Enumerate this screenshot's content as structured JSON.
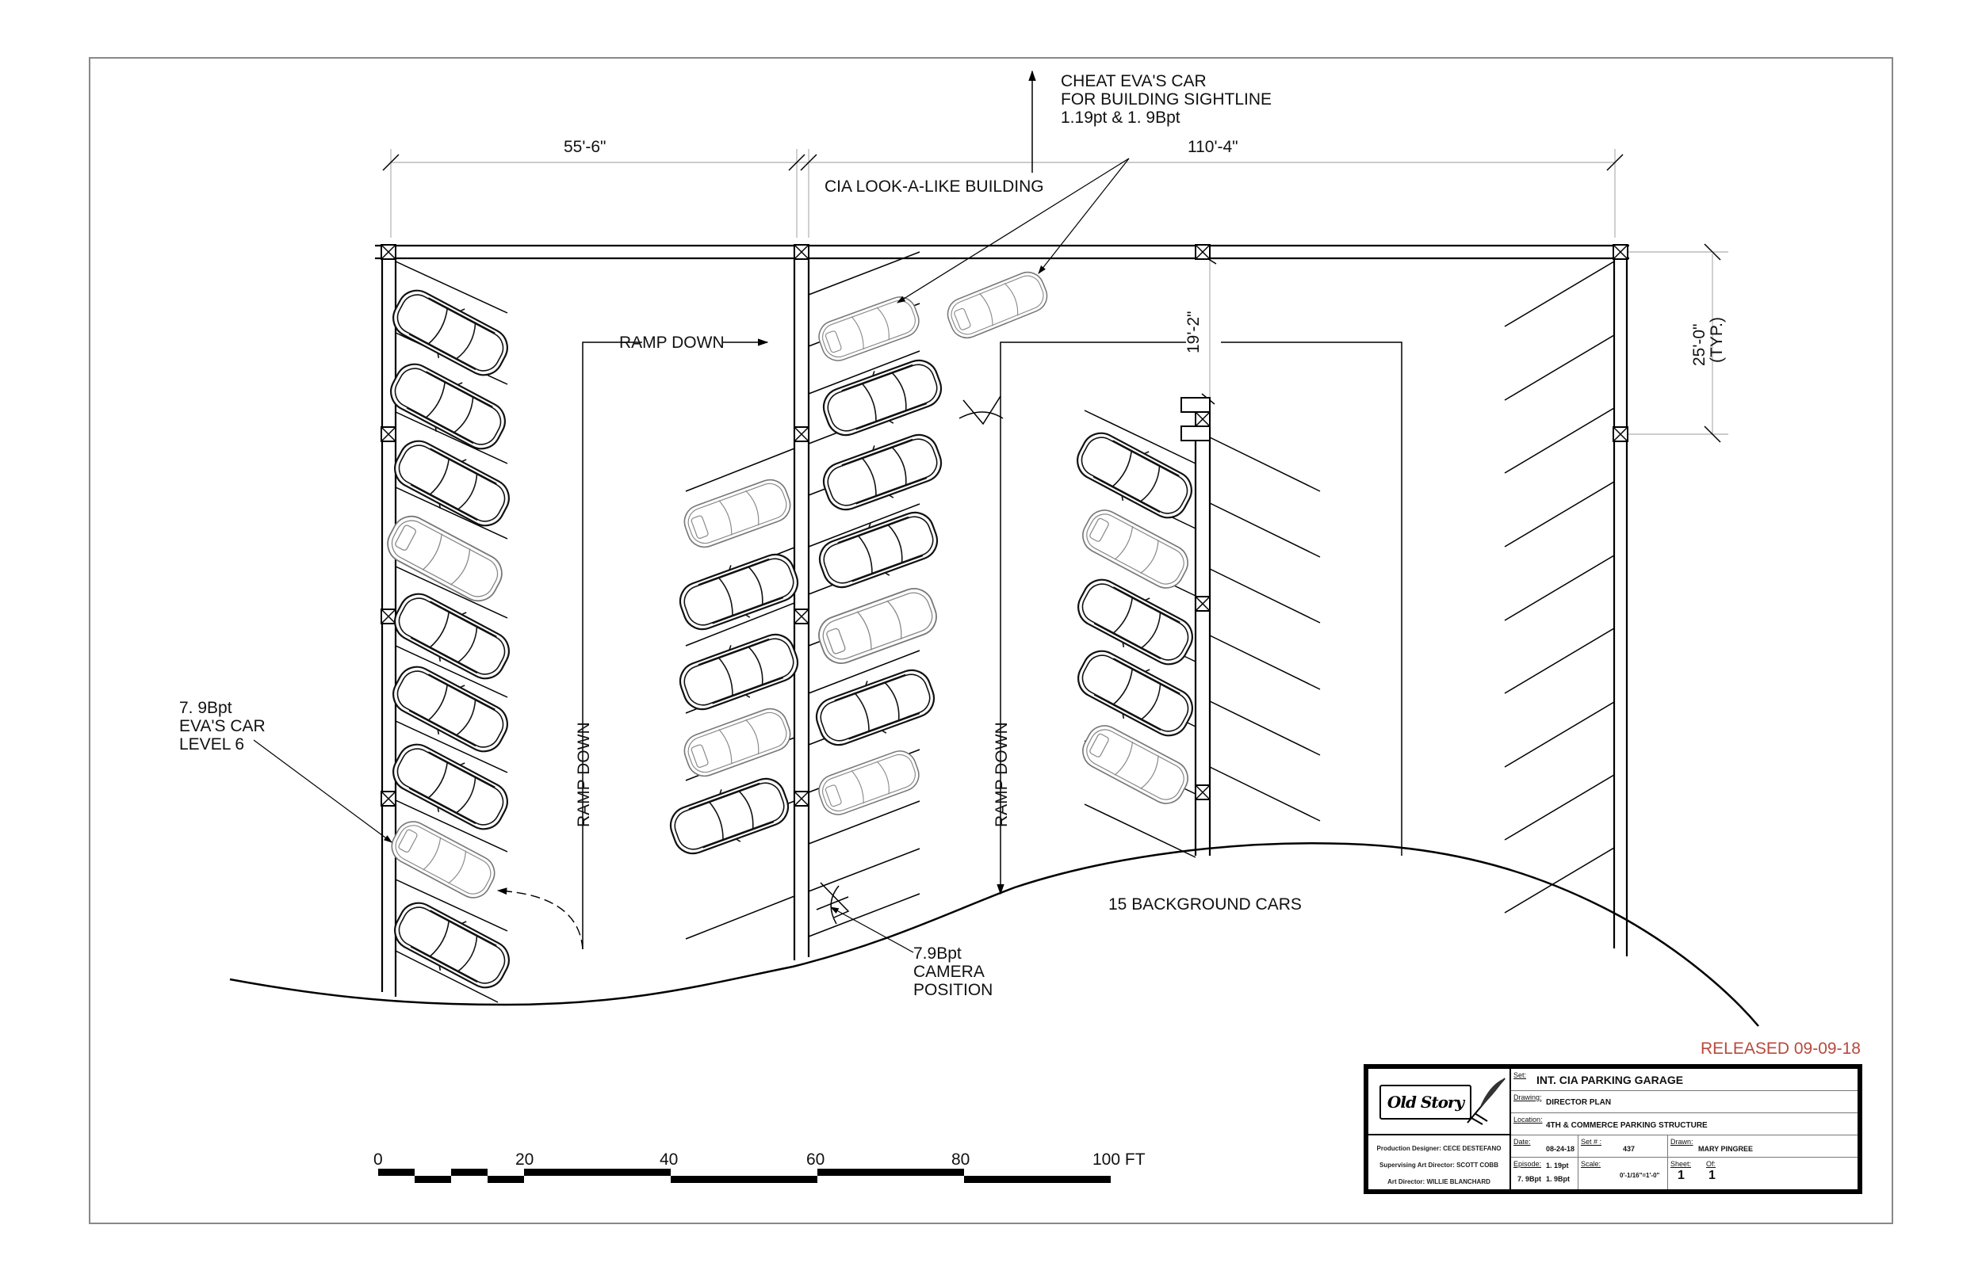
{
  "drawing": {
    "type": "architectural-floor-plan",
    "subject": "Parking garage director plan"
  },
  "dimensions": {
    "left_bay_width": "55'-6\"",
    "right_bay_width": "110'-4\"",
    "ramp_offset": "19'-2\"",
    "stall_depth": "25'-0\"",
    "stall_depth_note": "(TYP.)"
  },
  "annotations": {
    "cheat_note": {
      "line1": "CHEAT EVA'S CAR",
      "line2": "FOR BUILDING SIGHTLINE",
      "line3": "1.19pt & 1. 9Bpt"
    },
    "building_label": "CIA LOOK-A-LIKE BUILDING",
    "ramp_down_horizontal": "RAMP DOWN",
    "ramp_down_left": "RAMP DOWN",
    "ramp_down_center": "RAMP DOWN",
    "eva_car": {
      "line1": "7. 9Bpt",
      "line2": "EVA'S CAR",
      "line3": "LEVEL 6"
    },
    "camera": {
      "line1": "7.9Bpt",
      "line2": "CAMERA",
      "line3": "POSITION"
    },
    "background_cars": "15 BACKGROUND CARS",
    "released": "RELEASED 09-09-18"
  },
  "scale_bar": {
    "ticks": [
      "0",
      "20",
      "40",
      "60",
      "80",
      "100 FT"
    ]
  },
  "title_block": {
    "logo_text": "Old Story",
    "credits": {
      "production_designer_label": "Production Designer:",
      "production_designer": "CECE DESTEFANO",
      "supervising_art_director_label": "Supervising Art Director:",
      "supervising_art_director": "SCOTT COBB",
      "art_director_label": "Art Director:",
      "art_director": "WILLIE BLANCHARD"
    },
    "set_label": "Set:",
    "set_value": "INT. CIA PARKING GARAGE",
    "drawing_label": "Drawing:",
    "drawing_value": "DIRECTOR PLAN",
    "location_label": "Location:",
    "location_value": "4TH & COMMERCE PARKING STRUCTURE",
    "date_label": "Date:",
    "date_value": "08-24-18",
    "set_number_label": "Set # :",
    "set_number_value": "437",
    "drawn_label": "Drawn:",
    "drawn_value": "MARY PINGREE",
    "episode_label": "Episode:",
    "episode_values": [
      "1. 19pt",
      "7. 9Bpt",
      "1. 9Bpt"
    ],
    "scale_label": "Scale:",
    "scale_value": "0'-1/16\"=1'-0\"",
    "sheet_label": "Sheet:",
    "sheet_value": "1",
    "of_label": "Of:",
    "of_value": "1"
  },
  "colors": {
    "released_stamp": "#b8493c",
    "linework": "#000000",
    "dimension_lines": "#bbbbbb",
    "frame": "#888888"
  }
}
